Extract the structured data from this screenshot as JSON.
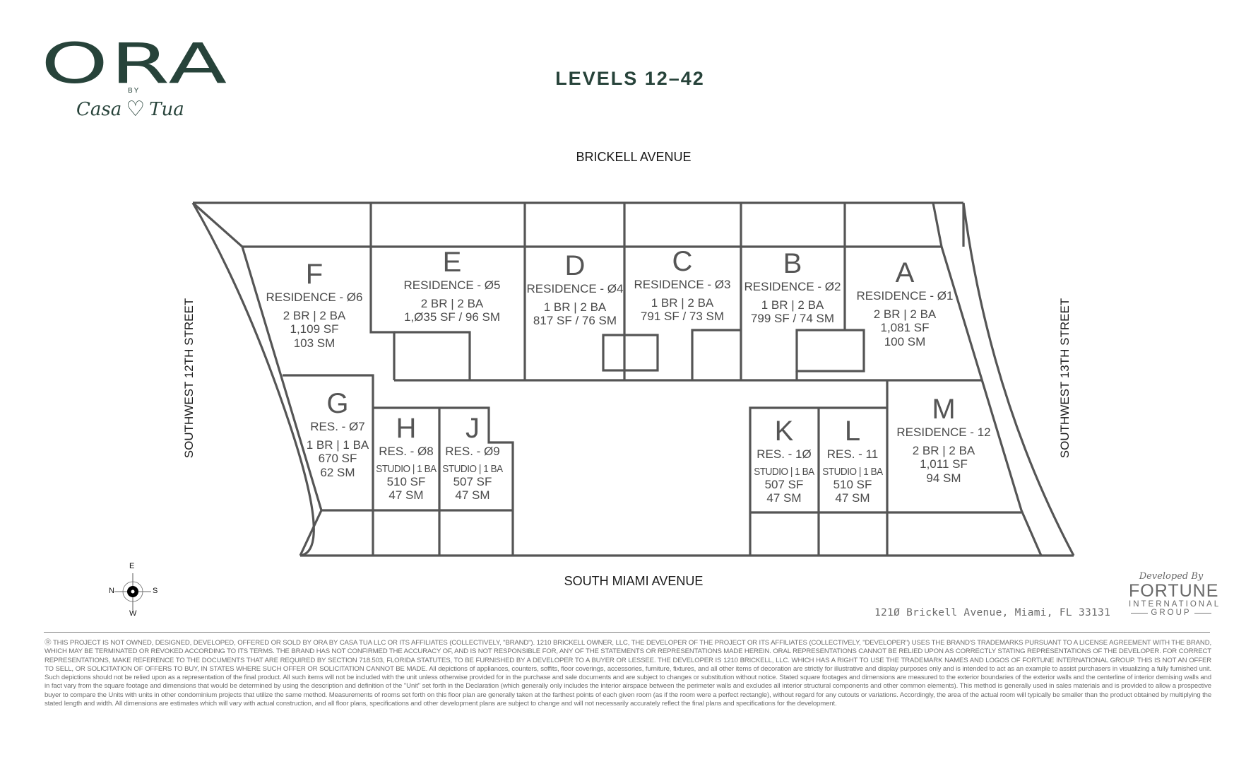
{
  "logo": {
    "brand": "ORA",
    "by": "BY",
    "partner_left": "Casa",
    "partner_heart": "♡",
    "partner_right": "Tua",
    "color": "#27433a"
  },
  "title": "LEVELS  12–42",
  "streets": {
    "top": "BRICKELL AVENUE",
    "bottom": "SOUTH MIAMI AVENUE",
    "left": "SOUTHWEST 12TH STREET",
    "right": "SOUTHWEST 13TH STREET"
  },
  "units": [
    {
      "letter": "A",
      "residence": "RESIDENCE - Ø1",
      "beds_baths": "2 BR | 2 BA",
      "sf": "1,081 SF",
      "sm": "100 SM"
    },
    {
      "letter": "B",
      "residence": "RESIDENCE - Ø2",
      "beds_baths": "1 BR | 2 BA",
      "area": "799 SF / 74 SM"
    },
    {
      "letter": "C",
      "residence": "RESIDENCE - Ø3",
      "beds_baths": "1 BR | 2 BA",
      "area": "791 SF / 73 SM"
    },
    {
      "letter": "D",
      "residence": "RESIDENCE - Ø4",
      "beds_baths": "1 BR | 2 BA",
      "area": "817 SF / 76 SM"
    },
    {
      "letter": "E",
      "residence": "RESIDENCE - Ø5",
      "beds_baths": "2 BR | 2 BA",
      "area": "1,Ø35 SF / 96 SM"
    },
    {
      "letter": "F",
      "residence": "RESIDENCE - Ø6",
      "beds_baths": "2 BR | 2 BA",
      "sf": "1,109 SF",
      "sm": "103 SM"
    },
    {
      "letter": "G",
      "residence": "RES. - Ø7",
      "beds_baths": "1 BR | 1 BA",
      "sf": "670 SF",
      "sm": "62 SM"
    },
    {
      "letter": "H",
      "residence": "RES. - Ø8",
      "beds_baths": "STUDIO | 1 BA",
      "sf": "510 SF",
      "sm": "47 SM"
    },
    {
      "letter": "J",
      "residence": "RES. - Ø9",
      "beds_baths": "STUDIO | 1 BA",
      "sf": "507 SF",
      "sm": "47 SM"
    },
    {
      "letter": "K",
      "residence": "RES. - 1Ø",
      "beds_baths": "STUDIO | 1 BA",
      "sf": "507 SF",
      "sm": "47 SM"
    },
    {
      "letter": "L",
      "residence": "RES. - 11",
      "beds_baths": "STUDIO | 1 BA",
      "sf": "510 SF",
      "sm": "47 SM"
    },
    {
      "letter": "M",
      "residence": "RESIDENCE - 12",
      "beds_baths": "2 BR | 2 BA",
      "sf": "1,011 SF",
      "sm": "94 SM"
    }
  ],
  "compass": {
    "north": "N",
    "south": "S",
    "east": "E",
    "west": "W"
  },
  "address": "121Ø Brickell Avenue, Miami, FL 33131",
  "developer": {
    "developed_by": "Developed By",
    "name": "FORTUNE",
    "line2": "INTERNATIONAL",
    "line3": "GROUP"
  },
  "disclaimer": "Ⓡ THIS PROJECT IS NOT OWNED, DESIGNED, DEVELOPED, OFFERED OR SOLD BY ORA BY CASA TUA LLC OR ITS AFFILIATES (COLLECTIVELY, \"BRAND\"). 1210 BRICKELL OWNER, LLC, THE DEVELOPER OF THE PROJECT OR ITS AFFILIATES (COLLECTIVELY, \"DEVELOPER\") USES THE BRAND'S TRADEMARKS PURSUANT TO A LICENSE AGREEMENT WITH THE BRAND, WHICH MAY BE TERMINATED OR REVOKED ACCORDING TO ITS TERMS. THE BRAND HAS NOT CONFIRMED THE ACCURACY OF, AND IS NOT RESPONSIBLE FOR, ANY OF THE STATEMENTS OR REPRESENTATIONS MADE HEREIN. ORAL REPRESENTATIONS CANNOT BE RELIED UPON AS CORRECTLY STATING REPRESENTATIONS OF THE DEVELOPER. FOR CORRECT REPRESENTATIONS, MAKE REFERENCE TO THE DOCUMENTS THAT ARE REQUIRED BY SECTION 718.503, FLORIDA STATUTES, TO BE FURNISHED BY A DEVELOPER TO A BUYER OR LESSEE. THE DEVELOPER IS 1210 BRICKELL, LLC. WHICH HAS A RIGHT TO USE THE TRADEMARK NAMES AND LOGOS OF FORTUNE INTERNATIONAL GROUP. THIS IS NOT AN OFFER TO SELL, OR SOLICITATION OF OFFERS TO BUY, IN STATES WHERE SUCH OFFER OR SOLICITATION CANNOT BE MADE. All depictions of appliances, counters, soffits, floor coverings, accessories, furniture, fixtures, and all other items of decoration are strictly for illustrative and display purposes only and is intended to act as an example to assist purchasers in visualizing a fully furnished unit. Such depictions should not be relied upon as a representation of the final product. All such items will not be included with the unit unless otherwise provided for in the purchase and sale documents and are subject to changes or substitution without notice. Stated square footages and dimensions are measured to the exterior boundaries of the exterior walls and the centerline of interior demising walls and in fact vary from the square footage and dimensions that would be determined by using the description and definition of the \"Unit\" set forth in the Declaration (which generally only includes the interior airspace between the perimeter walls and excludes all interior structural components and other common elements). This method is generally used in sales materials and is provided to allow a prospective buyer to compare the Units with units in other condominium projects that utilize the same method. Measurements of rooms set forth on this floor plan are generally taken at the farthest points of each given room (as if the room were a perfect rectangle), without regard for any cutouts or variations. Accordingly, the area of the actual room will typically be smaller than the product obtained by multiplying the stated length and width. All dimensions are estimates which will vary with actual construction, and all floor plans, specifications and other development plans are subject to change and will not necessarily accurately reflect the final plans and specifications for the development.",
  "colors": {
    "brand_green": "#27433a",
    "wall": "#555555",
    "text": "#4a4a4a"
  }
}
